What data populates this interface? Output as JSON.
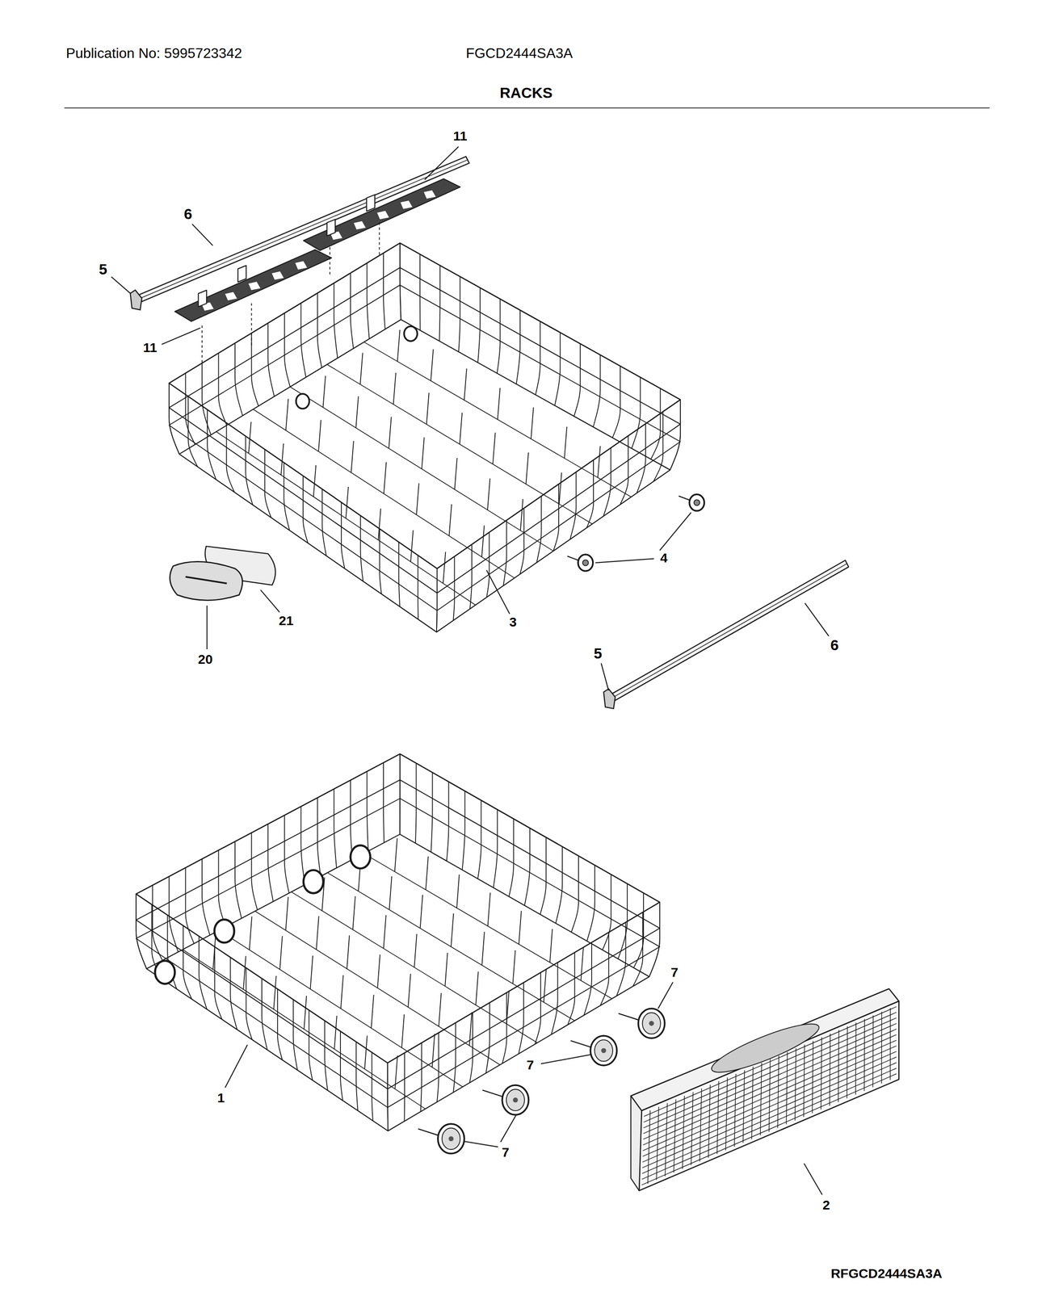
{
  "diagram": {
    "title": "RACKS",
    "labels": [
      "Publication No: 5995723342",
      "FGCD2444SA3A",
      "11",
      "6",
      "5",
      "11",
      "4",
      "21",
      "3",
      "20",
      "5",
      "6",
      "7",
      "7",
      "1",
      "7",
      "2",
      "RFGCD2444SA3A"
    ]
  }
}
